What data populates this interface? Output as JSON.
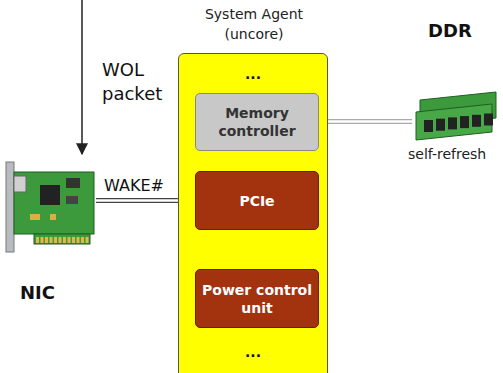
{
  "diagram": {
    "nodes": [
      {
        "text": [
          "System Agent (uncore)",
          "...",
          "..."
        ]
      },
      {
        "text": [
          "Memory controller"
        ],
        "in": 0
      },
      {
        "text": [
          "PCIe"
        ],
        "in": 0
      },
      {
        "text": [
          "Power control unit"
        ],
        "in": 0
      },
      {
        "text": [
          "NIC"
        ]
      },
      {
        "text": [
          "DDR",
          "self-refresh"
        ]
      }
    ],
    "edges": [
      {
        "from": 4,
        "to": 2,
        "label": "WAKE#",
        "arrow": "to"
      },
      {
        "from": 2,
        "to": 3,
        "arrow": "to"
      },
      {
        "from": 1,
        "to": 5,
        "arrow": "none"
      }
    ],
    "labels": [
      "WOL packet"
    ]
  }
}
